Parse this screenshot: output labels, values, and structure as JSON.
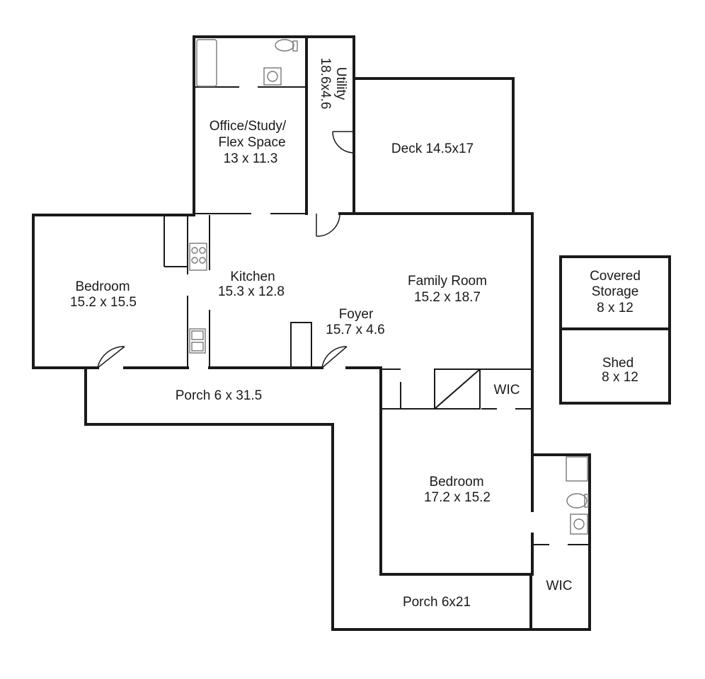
{
  "rooms": {
    "office": [
      "Office/Study/",
      "Flex Space",
      "13 x 11.3"
    ],
    "utility": [
      "Utility",
      "18.6x4.6"
    ],
    "deck": "Deck 14.5x17",
    "bedroom_left": [
      "Bedroom",
      "15.2 x 15.5"
    ],
    "kitchen": [
      "Kitchen",
      "15.3 x 12.8"
    ],
    "family_room": [
      "Family Room",
      "15.2 x 18.7"
    ],
    "foyer": [
      "Foyer",
      "15.7 x 4.6"
    ],
    "porch_front": "Porch 6 x 31.5",
    "wic_upper": "WIC",
    "bedroom_main": [
      "Bedroom",
      "17.2 x 15.2"
    ],
    "wic_lower": "WIC",
    "porch_rear": "Porch 6x21",
    "covered_storage": [
      "Covered",
      "Storage",
      "8 x 12"
    ],
    "shed": [
      "Shed",
      "8 x 12"
    ]
  }
}
